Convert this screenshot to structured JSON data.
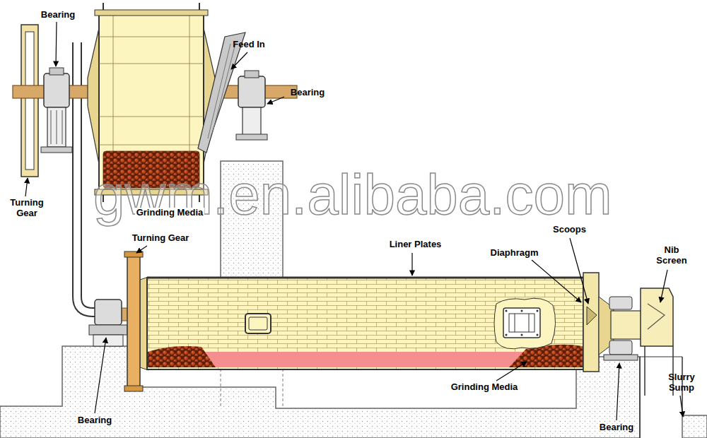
{
  "diagram": {
    "labels": [
      "Bearing",
      "Feed In",
      "Bearing",
      "Turning Gear",
      "gwm.en.alibaba.com",
      "Grinding Media",
      "Turning Gear",
      "Scoops",
      "Liner Plates",
      "Nib Screen",
      "Diaphragm",
      "Slurry Sump",
      "Grinding Media",
      "Bearing",
      "Bearing"
    ]
  }
}
